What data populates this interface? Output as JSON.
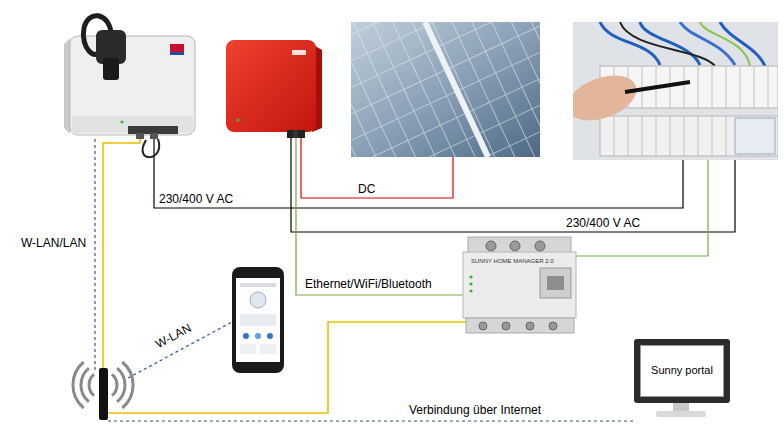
{
  "diagram": {
    "nodes": [
      {
        "text": [
          "SUNNY HOME MANAGER 2.0"
        ]
      },
      {
        "text": [
          "Sunny portal"
        ]
      }
    ],
    "labels": [
      "DC",
      "230/400 V AC",
      "230/400 V AC",
      "W-LAN/LAN",
      "Ethernet/WiFi/Bluetooth",
      "W-LAN",
      "Verbindung über Internet"
    ]
  }
}
